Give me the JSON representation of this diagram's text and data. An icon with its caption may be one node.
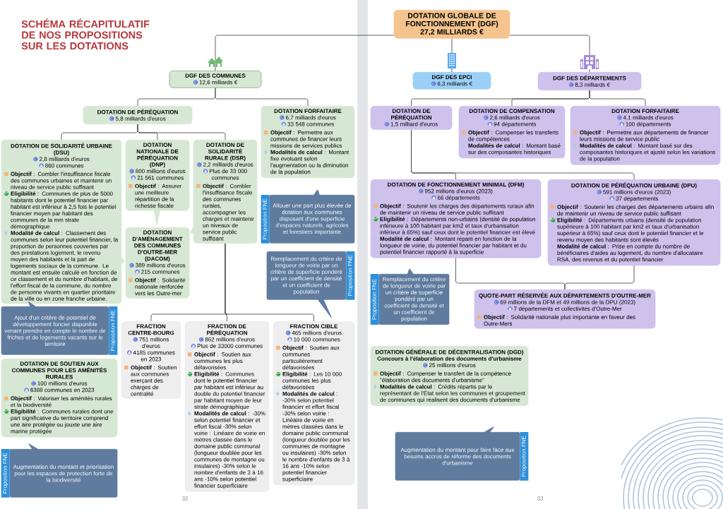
{
  "diagram": {
    "title": "SCHÉMA RÉCAPITULATIF DE NOS PROPOSITIONS SUR LES DOTATIONS",
    "nodes": [
      {
        "text": [
          "DOTATION GLOBALE DE FONCTIONNEMENT (DGF)",
          "27,2 MILLIARDS €"
        ]
      },
      {
        "text": [
          "DGF DES COMMUNES",
          "12,6 milliards €"
        ]
      },
      {
        "text": [
          "DGF DES EPCI",
          "6,3 milliards €"
        ]
      },
      {
        "text": [
          "DGF DES DÉPARTEMENTS",
          "8,3 milliards €"
        ]
      },
      {
        "text": [
          "DOTATION DE PÉRÉQUATION",
          "5,8 milliards d'euros"
        ]
      },
      {
        "text": [
          "DOTATION FORFAITAIRE",
          "6,7 milliards d'euros",
          "33 548 communes",
          "**Objectif** : Permettre aux communes de financer leurs missions de services publics",
          "**Modalités de calcul** : Montant fixe évoluant selon l'augmentation ou la diminution de la population"
        ]
      },
      {
        "text": [
          "Allouer une part plus élevée de dotation aux communes disposant d'une superficie d'espaces naturels, agricoles et forestiers importante",
          "Proposition FNE"
        ]
      },
      {
        "text": [
          "DOTATION DE SOLIDARITÉ URBAINE (DSU)",
          "2,8 milliards d'euros",
          "860 communes",
          "**Objectif** : Combler l'insuffisance fiscale des communes urbaines et maintenir un niveau de service public suffisant",
          "**Eligibilité** : Communes de plus de 5000 habitants dont le potentiel financier par habitant est inférieur à 2,5 fois le potentiel financier moyen par habitant des communes de la mm strate démographique",
          "**Modalité de calcul** : Classement des communes selon leur potentiel financier, la proportion de personnes couvertes par des prestations logement, le revenu moyen des habitants et la part de logements sociaux de la commune. Le montant est ensuite calculé en fonction de ce classement et du nombre d'habitant, de l'effort fiscal de la commune, du nombre de personne vivants en quartier prioritaire de la ville ou en zone franche urbaine."
        ]
      },
      {
        "text": [
          "Ajout d'un critère de potentiel de développement foncier disponible venant prendre en compte le nombre de friches et de logements vacants sur le territoire",
          "Proposition FNE"
        ]
      },
      {
        "text": [
          "DOTATION NATIONALE DE PÉRÉQUATION (DNP)",
          "800 millions d'euros",
          "21 561 communes",
          "**Objectif** : Assurer une meilleure répartition de la richesse fiscale"
        ]
      },
      {
        "text": [
          "DOTATION DE SOLIDARITÉ RURALE (DSR)",
          "2,2 milliards d'euros",
          "Plus de 33 000 communes",
          "**Objectif** : Combler l'insuffisance fiscale des communes rurales, accompagner les charges et maintenir un niveaux de service public suffisant"
        ]
      },
      {
        "text": [
          "DOTATION D'AMÉNAGEMENT DES COMMUNES D'OUTRE-MER (DACOM)",
          "389 millions d'euros",
          "215 communes",
          "**Objectif** : Solidarité nationale renforcée vers les Outre-mer"
        ]
      },
      {
        "text": [
          "FRACTION CENTRE-BOURG",
          "751 millions d'euros",
          "4185 communes en 2023",
          "**Objectif** : Soutien aux communes exerçant des charges de centralité"
        ]
      },
      {
        "text": [
          "FRACTION DE PÉRÉQUATION",
          "862 millions d'euros",
          "Plus de 33000 communes",
          "**Objectif** : Soutien aux communes les plus défavorisées",
          "**Eligibilité** : Communes dont le potentiel financier par habitant est inférieur au double du potentiel financier par habitant moyen de leur strate démographique",
          "**Modalités de calcul** : -30% selon potentiel financier et effort fiscal -30% selon voirie : Linéaire de voirie en mètres classée dans le domaine public communal (longueur doublée pour les communes de montagne ou insulaires) -30% selon le nombre d'enfants de 3 à 16 ans -10% selon potentiel financier superficiaire"
        ]
      },
      {
        "text": [
          "FRACTION CIBLE",
          "465 millions d'euros",
          "10 000 communes",
          "**Objectif** : Soutien aux communes particulièrement défavorisées",
          "**Eligibilité** : Les 10 000 communes les plus défavorisées",
          "**Modalités de calcul** : -30% selon potentiel financier et effort fiscal -30% selon voirie : Linéaire de voirie en mètres classées dans le domaine public communal (longueur doublée pour les communes de montagne ou insulaires) -30% selon le nombre d'enfants de 3 à 16 ans -10% selon potentiel financier superficiaire"
        ]
      },
      {
        "text": [
          "Remplacement du critère de longueur de voirie par un critère de superficie pondéré par un coefficient de densité et un coefficient de population",
          "Proposition FNE"
        ]
      },
      {
        "text": [
          "DOTATION DE SOUTIEN AUX COMMUNES POUR LES AMÉNITÉS RURALES",
          "100 millions d'euros",
          "6388 communes en 2023",
          "**Objectif** : Valoriser les aménités rurales et la biodiversité",
          "**Eligibilité** : Communes rurales dont une part significative du territoire comprend une aire protégée ou jouxte une aire marine protégée"
        ]
      },
      {
        "text": [
          "Augmentation du montant et priorisation pour les espaces de protection forte de la biodiversité",
          "Proposition FNE"
        ]
      },
      {
        "text": [
          "DOTATION GÉNÉRALE DE DÉCENTRALISATION (DGD)",
          "Concours à l'élaboration des documents d'urbanisme",
          "25 millions d'euros",
          "**Objectif** : Compenser le transfert de la compétence \"élaboration des documents d'urbanisme\"",
          "**Modalités de calcul** : Crédits répartis par le représentant de l'État selon les communes et groupement de communes qui réalisent des documents d'urbanisme"
        ]
      },
      {
        "text": [
          "Augmentation du montant pour faire face aux besoins accrus de réforme des documents d'urbanisme",
          "Proposition FNE"
        ]
      },
      {
        "text": [
          "DOTATION DE PÉRÉQUATION",
          "1,5 milliard d'euros"
        ]
      },
      {
        "text": [
          "DOTATION DE COMPENSATION",
          "2,6 milliards d'euros",
          "94 départements",
          "**Objectif** : Compenser les transferts de compétences",
          "**Modalités de calcul** : Montant basé sur des composantes historiques"
        ]
      },
      {
        "text": [
          "DOTATION FORFAITAIRE",
          "4,1 milliards d'euros",
          "100 départements",
          "**Objectif** : Permettre aux départements de financer leurs missions de service public",
          "**Modalités de calcul** : Montant basé sur des composantes historiques et ajusté selon les variations de la population"
        ]
      },
      {
        "text": [
          "DOTATION DE FONCTIONNEMENT MINIMAL (DFM)",
          "952 millions d'euros (2023)",
          "66 départements",
          "**Objectif** : Soutenir les charges des départements ruraux afin de maintenir un niveau de service public suffisant",
          "**Eligibilité** : Départements non-urbains (densité de population inférieure à 100 habitant par km2 et taux d'urbanisation inférieur à 65%) sauf ceux dont le potentiel financier est élevé",
          "**Modalité de calcul** : Montant réparti en fonction de la longueur de voirie, du potentiel financier par habitant et du potentiel financier rapporté à la superficie"
        ]
      },
      {
        "text": [
          "DOTATION DE PÉRÉQUATION URBAINE (DPU)",
          "591 millions d'euros (2023)",
          "37 départements",
          "**Objectif** : Soutenir les charges des départements urbains afin de maintenir un niveau de service public suffisant",
          "**Eligibilité** : Départements urbains (densité de population supérieure à 100 habitant par km2 et taux d'urbanisation supérieur à 65%) sauf ceux dont le potentiel financier et le revenu moyen des habitants sont élevés",
          "**Modalité de calcul** : Prise en compte du nombre de bénéficiaires d'aides au logement, du nombre d'allocataire RSA, des revenus et du potentiel financier"
        ]
      },
      {
        "text": [
          "Remplacement du critère de longueur de voirie par un critère de superficie pondéré par un coefficient de densité et un coefficient de population",
          "Proposition FNE"
        ]
      },
      {
        "text": [
          "QUOTE-PART RÉSERVÉE AUX DÉPARTEMENTS D'OUTRE-MER",
          "69 millions de la DFM et 49 millions de la DPU (2023)",
          "7 départements et collectivités d'Outre-Mer",
          "**Objectif** : Solidarité nationale plus importante en faveur des Outre-Mers"
        ]
      }
    ],
    "edges": [
      {
        "from": 0,
        "to": 1,
        "arrow": "none"
      },
      {
        "from": 0,
        "to": 2,
        "arrow": "none"
      },
      {
        "from": 0,
        "to": 3,
        "arrow": "none"
      },
      {
        "from": 1,
        "to": 4,
        "arrow": "none"
      },
      {
        "from": 1,
        "to": 5,
        "arrow": "none"
      },
      {
        "from": 4,
        "to": 7,
        "arrow": "none"
      },
      {
        "from": 4,
        "to": 9,
        "arrow": "none"
      },
      {
        "from": 4,
        "to": 10,
        "arrow": "none"
      },
      {
        "from": 10,
        "to": 12,
        "arrow": "none"
      },
      {
        "from": 10,
        "to": 13,
        "arrow": "none"
      },
      {
        "from": 10,
        "to": 14,
        "arrow": "none"
      },
      {
        "from": 3,
        "to": 20,
        "arrow": "none"
      },
      {
        "from": 3,
        "to": 21,
        "arrow": "none"
      },
      {
        "from": 3,
        "to": 22,
        "arrow": "none"
      },
      {
        "from": 20,
        "to": 23,
        "arrow": "none"
      },
      {
        "from": 20,
        "to": 24,
        "arrow": "none"
      },
      {
        "from": 23,
        "to": 26,
        "arrow": "none"
      },
      {
        "from": 24,
        "to": 26,
        "arrow": "none"
      }
    ],
    "labels": [
      "32",
      "33"
    ]
  }
}
